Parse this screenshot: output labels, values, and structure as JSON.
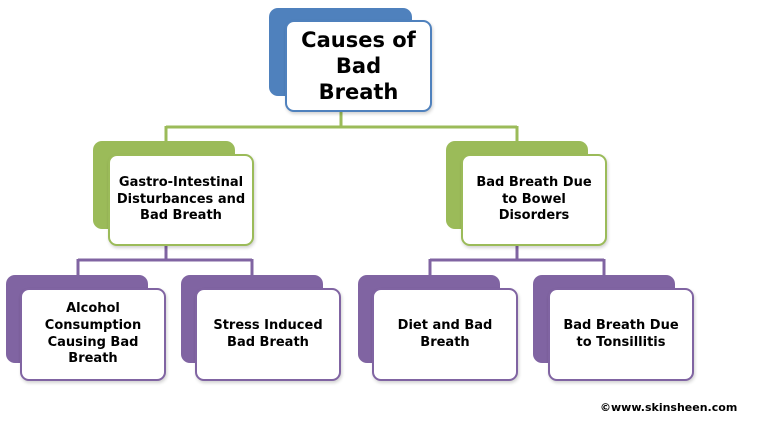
{
  "diagram": {
    "root": {
      "label": "Causes of\nBad Breath"
    },
    "level2": [
      {
        "label": "Gastro-Intestinal\nDisturbances and\nBad Breath"
      },
      {
        "label": "Bad Breath Due\nto Bowel\nDisorders"
      }
    ],
    "level3": [
      {
        "label": "Alcohol\nConsumption\nCausing Bad\nBreath"
      },
      {
        "label": "Stress Induced\nBad Breath"
      },
      {
        "label": "Diet and Bad\nBreath"
      },
      {
        "label": "Bad Breath Due\nto Tonsillitis"
      }
    ],
    "colors": {
      "root": "#4f81bd",
      "level2": "#9bbb59",
      "level3": "#8064a2"
    }
  },
  "footer": {
    "copyright": "©www.skinsheen.com"
  }
}
